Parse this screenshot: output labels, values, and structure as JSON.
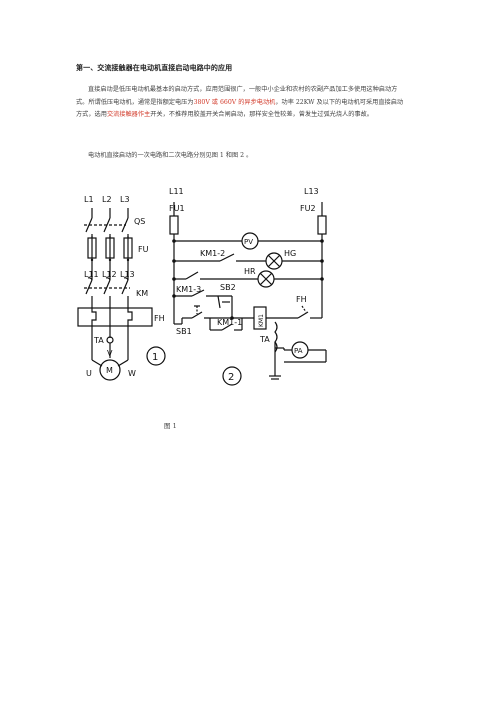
{
  "article": {
    "heading": "第一、交流接触器在电动机直接启动电路中的应用",
    "p1_a": "直接启动是低压电动机最基本的启动方式，应用范围很广，一般中小企业和农村的农副产品加工多使用这种启动方式。所谓低压电动机，通常是指额定电压为",
    "p1_red1": "380V 或 660V 的异步电动机",
    "p1_b": "，功率 22KW 及以下的电动机可采用直接启动方式，选用",
    "p1_red2": "交流接触器作主",
    "p1_c": "开关，不推荐用胶盖开关合闸启动，那样安全性较差，曾发生过弧光烧人的事故。",
    "p2": "电动机直接启动的一次电路和二次电路分别见图 1 和图 2 。",
    "caption": "图 1"
  },
  "diagram_labels": {
    "L1": "L1",
    "L2": "L2",
    "L3": "L3",
    "QS": "QS",
    "FU": "FU",
    "L11": "L11",
    "L12": "L12",
    "L13": "L13",
    "KM": "KM",
    "FH": "FH",
    "TA": "TA",
    "V": "V",
    "M": "M",
    "U": "U",
    "W": "W",
    "fig1": "1",
    "c_L11": "L11",
    "c_FU1": "FU1",
    "c_L13": "L13",
    "c_FU2": "FU2",
    "PV": "PV",
    "KM1_2": "KM1-2",
    "HG": "HG",
    "HR": "HR",
    "KM1_3": "KM1-3",
    "SB2": "SB2",
    "SB1": "SB1",
    "KM1_1": "KM1-1",
    "KM1": "KM1",
    "c_FH": "FH",
    "c_TA": "TA",
    "PA": "PA",
    "fig2": "2"
  }
}
